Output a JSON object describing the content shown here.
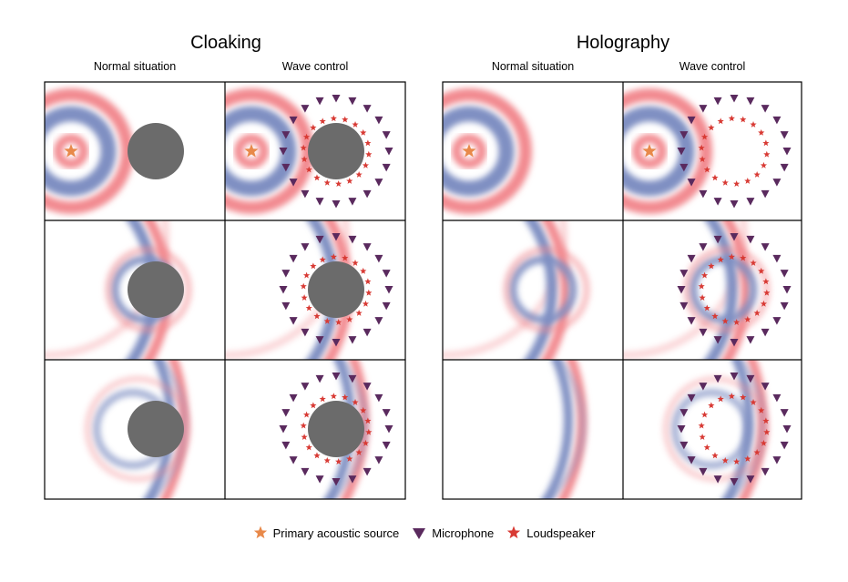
{
  "groups": [
    {
      "title": "Cloaking",
      "columns": [
        "Normal situation",
        "Wave control"
      ]
    },
    {
      "title": "Holography",
      "columns": [
        "Normal situation",
        "Wave control"
      ]
    }
  ],
  "legend": {
    "source": "Primary acoustic source",
    "microphone": "Microphone",
    "loudspeaker": "Loudspeaker"
  },
  "colors": {
    "positive": "#f28a90",
    "negative": "#7f8fc2",
    "obstacle": "#6b6b6b",
    "source": "#e8894a",
    "microphone": "#5a2a5e",
    "loudspeaker": "#d83a34",
    "border": "#000000"
  },
  "icons": {
    "source": "star-icon",
    "microphone": "down-triangle-icon",
    "loudspeaker": "star-icon"
  }
}
